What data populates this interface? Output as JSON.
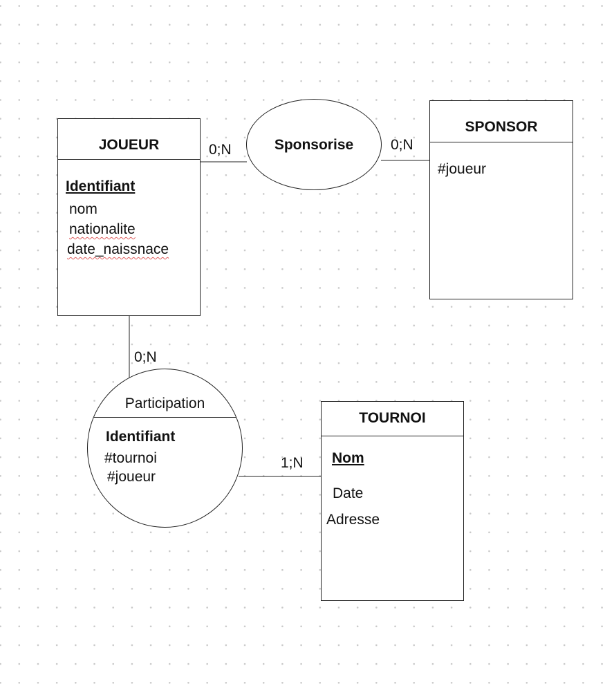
{
  "entities": {
    "joueur": {
      "title": "JOUEUR",
      "identifier": "Identifiant",
      "attributes": [
        "nom",
        "nationalite",
        "date_naissnace"
      ]
    },
    "sponsor": {
      "title": "SPONSOR",
      "attributes": [
        "#joueur"
      ]
    },
    "tournoi": {
      "title": "TOURNOI",
      "identifier": "Nom",
      "attributes": [
        "Date",
        "Adresse"
      ]
    }
  },
  "associations": {
    "sponsorise": {
      "title": "Sponsorise"
    },
    "participation": {
      "title": "Participation",
      "identifier": "Identifiant",
      "attributes": [
        "#tournoi",
        "#joueur"
      ]
    }
  },
  "cardinalities": {
    "joueur_sponsorise": "0;N",
    "sponsor_sponsorise": "0;N",
    "joueur_participation": "0;N",
    "tournoi_participation": "1;N"
  }
}
